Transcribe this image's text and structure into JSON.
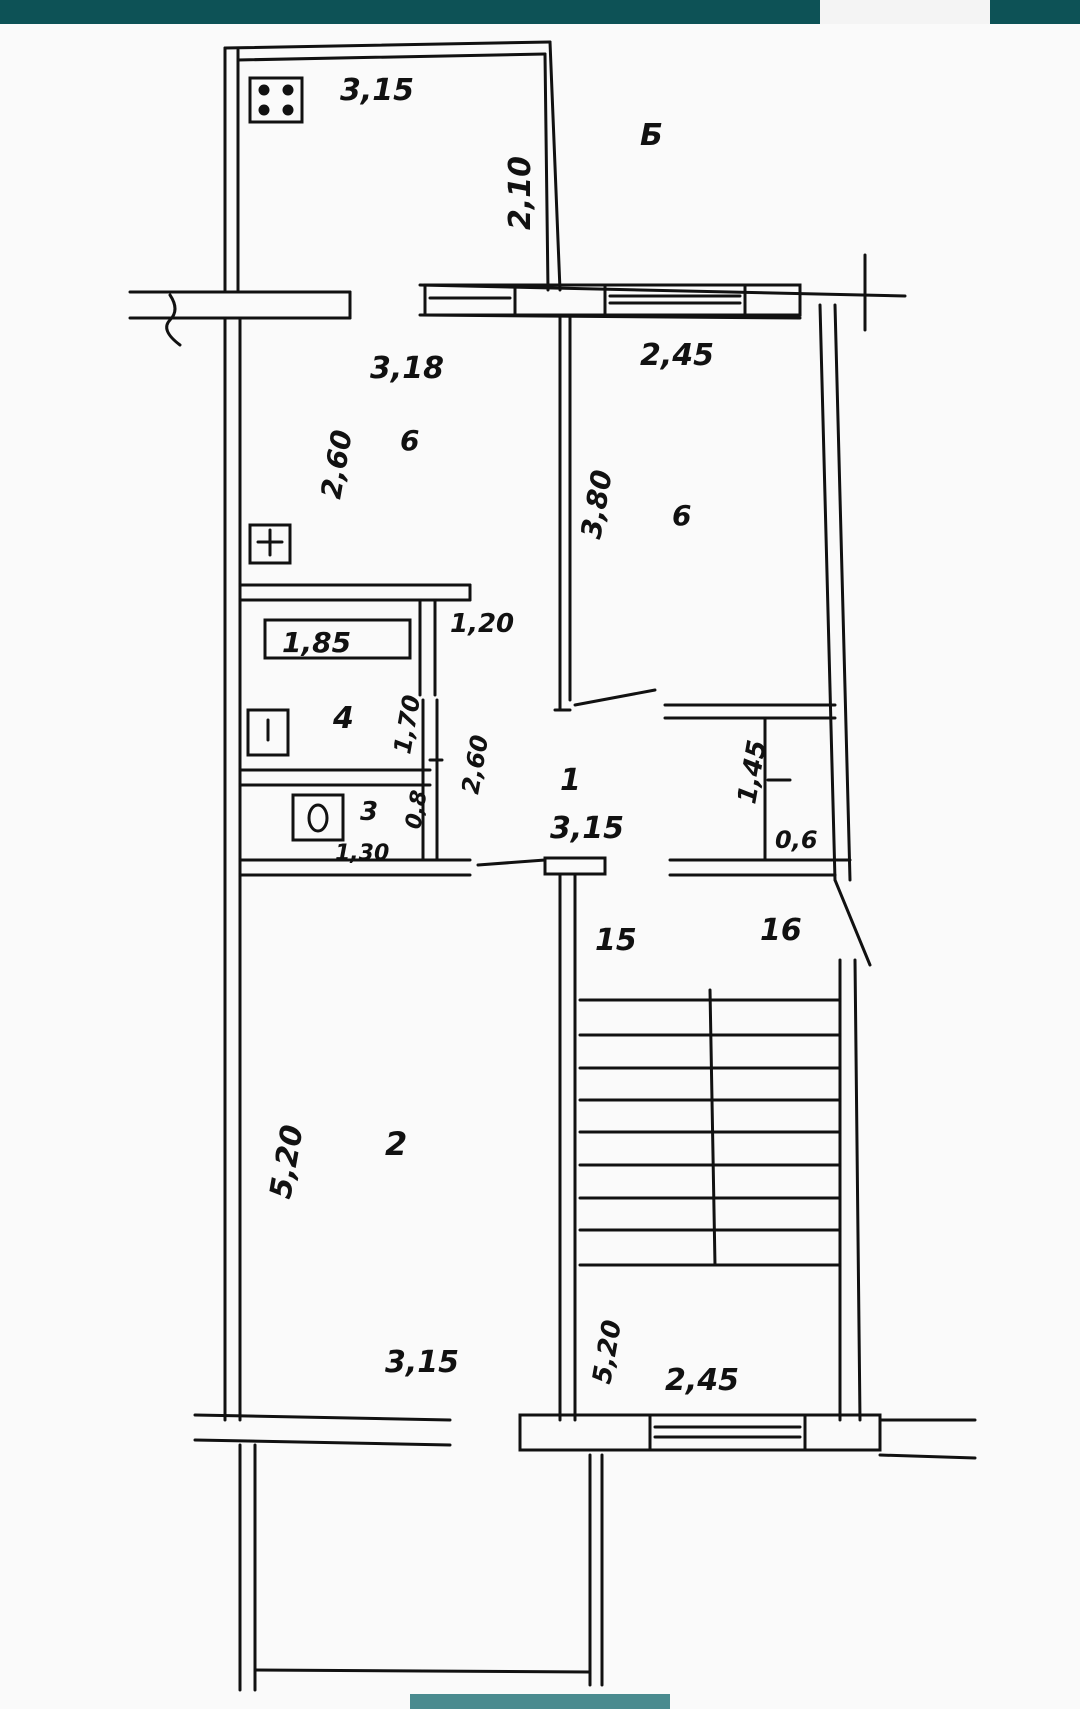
{
  "labels": {
    "balcony_top_width": "3,15",
    "balcony_top_depth": "2,10",
    "room6_left_width": "3,18",
    "room6_left_depth": "2,60",
    "room6_left_num": "6",
    "room6_right_width": "2,45",
    "room6_right_depth": "3,80",
    "room6_right_num": "6",
    "bath_tub": "1,85",
    "bath_num": "4",
    "bath_width": "1,20",
    "bath_depth": "1,70",
    "bath_depth2": "2,60",
    "toilet_num": "3",
    "toilet_dims": "1,30",
    "toilet_dims2": "0,8",
    "hall_num": "1",
    "hall_width": "3,15",
    "closet_depth": "1,45",
    "closet_width": "0,6",
    "stair_num_15": "15",
    "stair_num_16": "16",
    "room2_num": "2",
    "room2_depth": "5,20",
    "room2_width": "3,15",
    "stair_depth": "5,20",
    "stair_width": "2,45",
    "corner_letter": "Б"
  },
  "colors": {
    "topbar": "#0d5256",
    "ink": "#111111",
    "paper": "#fafafa"
  }
}
